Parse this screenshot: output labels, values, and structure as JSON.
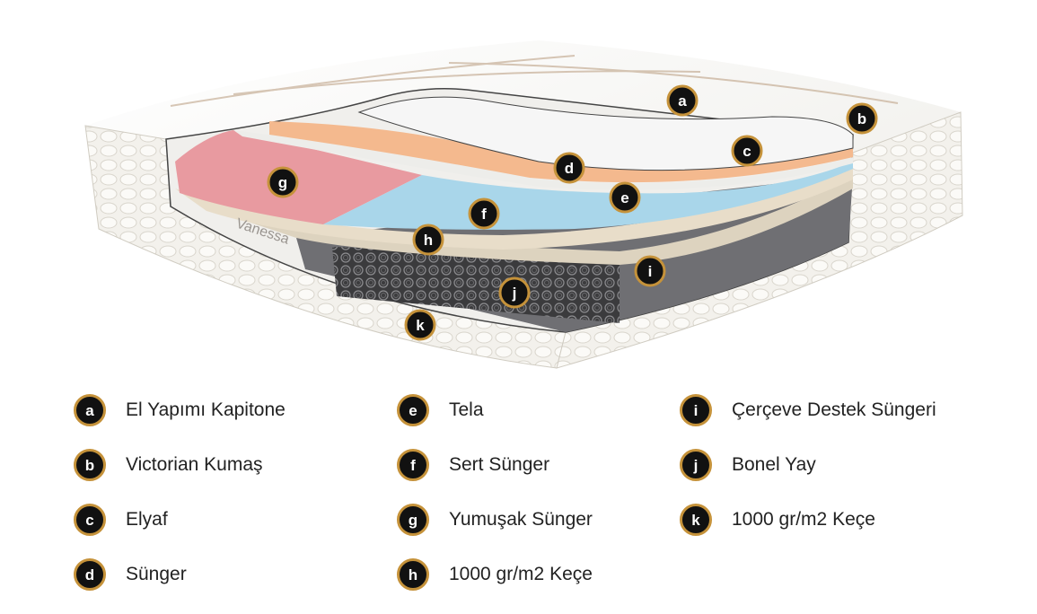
{
  "brand": "Vanessa",
  "colors": {
    "badge_fill": "#111111",
    "badge_ring": "#c5923a",
    "soft_foam": "#e89aa0",
    "hard_foam": "#a9d6ea",
    "foam": "#f4b98e",
    "fiber": "#f6f6f6",
    "felt": "#e8ddc9",
    "frame_foam": "#6f6f73",
    "springs": "#3a3a3c"
  },
  "layers": [
    {
      "key": "a",
      "label": "El Yapımı Kapitone"
    },
    {
      "key": "b",
      "label": "Victorian Kumaş"
    },
    {
      "key": "c",
      "label": "Elyaf"
    },
    {
      "key": "d",
      "label": "Sünger"
    },
    {
      "key": "e",
      "label": "Tela"
    },
    {
      "key": "f",
      "label": "Sert Sünger"
    },
    {
      "key": "g",
      "label": "Yumuşak Sünger"
    },
    {
      "key": "h",
      "label": "1000 gr/m2 Keçe"
    },
    {
      "key": "i",
      "label": "Çerçeve Destek Süngeri"
    },
    {
      "key": "j",
      "label": "Bonel Yay"
    },
    {
      "key": "k",
      "label": "1000 gr/m2 Keçe"
    }
  ]
}
